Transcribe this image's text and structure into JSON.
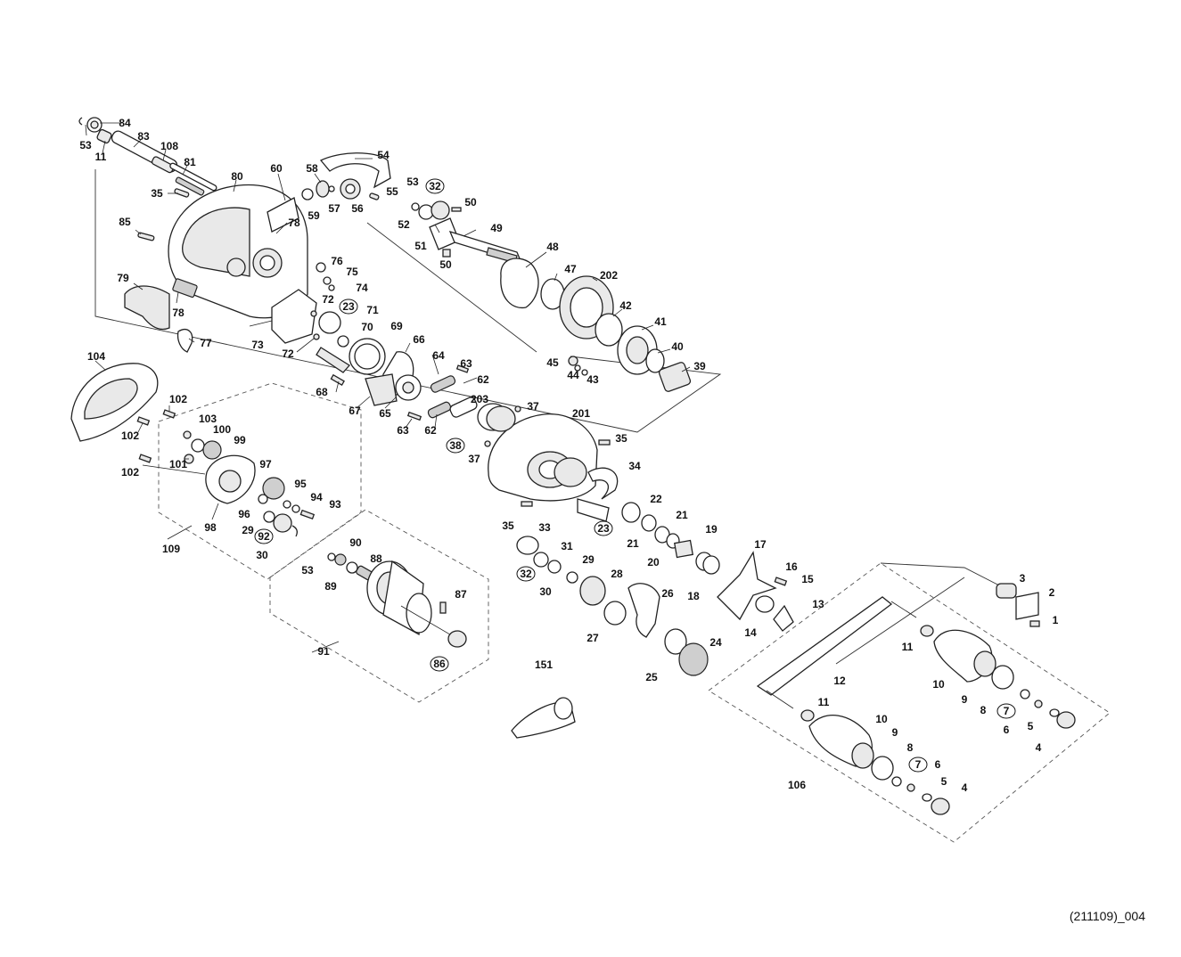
{
  "footer": {
    "code": "(211109)_004"
  },
  "labels": [
    {
      "id": "84",
      "text": "84",
      "circled": false
    },
    {
      "id": "53a",
      "text": "53",
      "circled": false
    },
    {
      "id": "11a",
      "text": "11",
      "circled": false
    },
    {
      "id": "83",
      "text": "83",
      "circled": false
    },
    {
      "id": "108",
      "text": "108",
      "circled": false
    },
    {
      "id": "81",
      "text": "81",
      "circled": false
    },
    {
      "id": "35a",
      "text": "35",
      "circled": false
    },
    {
      "id": "80",
      "text": "80",
      "circled": false
    },
    {
      "id": "60",
      "text": "60",
      "circled": false
    },
    {
      "id": "58",
      "text": "58",
      "circled": false
    },
    {
      "id": "54",
      "text": "54",
      "circled": false
    },
    {
      "id": "59",
      "text": "59",
      "circled": false
    },
    {
      "id": "57",
      "text": "57",
      "circled": false
    },
    {
      "id": "56",
      "text": "56",
      "circled": false
    },
    {
      "id": "55",
      "text": "55",
      "circled": false
    },
    {
      "id": "78a",
      "text": "78",
      "circled": false
    },
    {
      "id": "85",
      "text": "85",
      "circled": false
    },
    {
      "id": "79",
      "text": "79",
      "circled": false
    },
    {
      "id": "78b",
      "text": "78",
      "circled": false
    },
    {
      "id": "77",
      "text": "77",
      "circled": false
    },
    {
      "id": "53b",
      "text": "53",
      "circled": false
    },
    {
      "id": "32a",
      "text": "32",
      "circled": true
    },
    {
      "id": "52",
      "text": "52",
      "circled": false
    },
    {
      "id": "50a",
      "text": "50",
      "circled": false
    },
    {
      "id": "49",
      "text": "49",
      "circled": false
    },
    {
      "id": "51",
      "text": "51",
      "circled": false
    },
    {
      "id": "50b",
      "text": "50",
      "circled": false
    },
    {
      "id": "48",
      "text": "48",
      "circled": false
    },
    {
      "id": "47",
      "text": "47",
      "circled": false
    },
    {
      "id": "202",
      "text": "202",
      "circled": false
    },
    {
      "id": "76",
      "text": "76",
      "circled": false
    },
    {
      "id": "75",
      "text": "75",
      "circled": false
    },
    {
      "id": "74",
      "text": "74",
      "circled": false
    },
    {
      "id": "23a",
      "text": "23",
      "circled": true
    },
    {
      "id": "71",
      "text": "71",
      "circled": false
    },
    {
      "id": "72a",
      "text": "72",
      "circled": false
    },
    {
      "id": "70",
      "text": "70",
      "circled": false
    },
    {
      "id": "73",
      "text": "73",
      "circled": false
    },
    {
      "id": "72b",
      "text": "72",
      "circled": false
    },
    {
      "id": "69",
      "text": "69",
      "circled": false
    },
    {
      "id": "42",
      "text": "42",
      "circled": false
    },
    {
      "id": "41",
      "text": "41",
      "circled": false
    },
    {
      "id": "40",
      "text": "40",
      "circled": false
    },
    {
      "id": "66",
      "text": "66",
      "circled": false
    },
    {
      "id": "45",
      "text": "45",
      "circled": false
    },
    {
      "id": "44",
      "text": "44",
      "circled": false
    },
    {
      "id": "43",
      "text": "43",
      "circled": false
    },
    {
      "id": "39",
      "text": "39",
      "circled": false
    },
    {
      "id": "64",
      "text": "64",
      "circled": false
    },
    {
      "id": "63a",
      "text": "63",
      "circled": false
    },
    {
      "id": "62a",
      "text": "62",
      "circled": false
    },
    {
      "id": "68",
      "text": "68",
      "circled": false
    },
    {
      "id": "67",
      "text": "67",
      "circled": false
    },
    {
      "id": "65",
      "text": "65",
      "circled": false
    },
    {
      "id": "203",
      "text": "203",
      "circled": false
    },
    {
      "id": "63b",
      "text": "63",
      "circled": false
    },
    {
      "id": "62b",
      "text": "62",
      "circled": false
    },
    {
      "id": "37a",
      "text": "37",
      "circled": false
    },
    {
      "id": "201",
      "text": "201",
      "circled": false
    },
    {
      "id": "104",
      "text": "104",
      "circled": false
    },
    {
      "id": "102a",
      "text": "102",
      "circled": false
    },
    {
      "id": "103",
      "text": "103",
      "circled": false
    },
    {
      "id": "100",
      "text": "100",
      "circled": false
    },
    {
      "id": "99",
      "text": "99",
      "circled": false
    },
    {
      "id": "102b",
      "text": "102",
      "circled": false
    },
    {
      "id": "101",
      "text": "101",
      "circled": false
    },
    {
      "id": "102c",
      "text": "102",
      "circled": false
    },
    {
      "id": "38",
      "text": "38",
      "circled": true
    },
    {
      "id": "37b",
      "text": "37",
      "circled": false
    },
    {
      "id": "35b",
      "text": "35",
      "circled": false
    },
    {
      "id": "34",
      "text": "34",
      "circled": false
    },
    {
      "id": "97",
      "text": "97",
      "circled": false
    },
    {
      "id": "95",
      "text": "95",
      "circled": false
    },
    {
      "id": "94",
      "text": "94",
      "circled": false
    },
    {
      "id": "93",
      "text": "93",
      "circled": false
    },
    {
      "id": "96",
      "text": "96",
      "circled": false
    },
    {
      "id": "98",
      "text": "98",
      "circled": false
    },
    {
      "id": "29a",
      "text": "29",
      "circled": false
    },
    {
      "id": "92",
      "text": "92",
      "circled": true
    },
    {
      "id": "30a",
      "text": "30",
      "circled": false
    },
    {
      "id": "109",
      "text": "109",
      "circled": false
    },
    {
      "id": "22",
      "text": "22",
      "circled": false
    },
    {
      "id": "35c",
      "text": "35",
      "circled": false
    },
    {
      "id": "23b",
      "text": "23",
      "circled": true
    },
    {
      "id": "21a",
      "text": "21",
      "circled": false
    },
    {
      "id": "21b",
      "text": "21",
      "circled": false
    },
    {
      "id": "19",
      "text": "19",
      "circled": false
    },
    {
      "id": "33",
      "text": "33",
      "circled": false
    },
    {
      "id": "20",
      "text": "20",
      "circled": false
    },
    {
      "id": "17",
      "text": "17",
      "circled": false
    },
    {
      "id": "90",
      "text": "90",
      "circled": false
    },
    {
      "id": "31",
      "text": "31",
      "circled": false
    },
    {
      "id": "53c",
      "text": "53",
      "circled": false
    },
    {
      "id": "88",
      "text": "88",
      "circled": false
    },
    {
      "id": "32b",
      "text": "32",
      "circled": true
    },
    {
      "id": "29b",
      "text": "29",
      "circled": false
    },
    {
      "id": "89",
      "text": "89",
      "circled": false
    },
    {
      "id": "30b",
      "text": "30",
      "circled": false
    },
    {
      "id": "28",
      "text": "28",
      "circled": false
    },
    {
      "id": "18",
      "text": "18",
      "circled": false
    },
    {
      "id": "16",
      "text": "16",
      "circled": false
    },
    {
      "id": "15",
      "text": "15",
      "circled": false
    },
    {
      "id": "26",
      "text": "26",
      "circled": false
    },
    {
      "id": "13",
      "text": "13",
      "circled": false
    },
    {
      "id": "87",
      "text": "87",
      "circled": false
    },
    {
      "id": "27",
      "text": "27",
      "circled": false
    },
    {
      "id": "14",
      "text": "14",
      "circled": false
    },
    {
      "id": "3",
      "text": "3",
      "circled": false
    },
    {
      "id": "2",
      "text": "2",
      "circled": false
    },
    {
      "id": "1",
      "text": "1",
      "circled": false
    },
    {
      "id": "91",
      "text": "91",
      "circled": false
    },
    {
      "id": "24",
      "text": "24",
      "circled": false
    },
    {
      "id": "11b",
      "text": "11",
      "circled": false
    },
    {
      "id": "86",
      "text": "86",
      "circled": true
    },
    {
      "id": "25",
      "text": "25",
      "circled": false
    },
    {
      "id": "12",
      "text": "12",
      "circled": false
    },
    {
      "id": "10a",
      "text": "10",
      "circled": false
    },
    {
      "id": "151",
      "text": "151",
      "circled": false
    },
    {
      "id": "9a",
      "text": "9",
      "circled": false
    },
    {
      "id": "8a",
      "text": "8",
      "circled": false
    },
    {
      "id": "7a",
      "text": "7",
      "circled": true
    },
    {
      "id": "11c",
      "text": "11",
      "circled": false
    },
    {
      "id": "6a",
      "text": "6",
      "circled": false
    },
    {
      "id": "5a",
      "text": "5",
      "circled": false
    },
    {
      "id": "4a",
      "text": "4",
      "circled": false
    },
    {
      "id": "10b",
      "text": "10",
      "circled": false
    },
    {
      "id": "9b",
      "text": "9",
      "circled": false
    },
    {
      "id": "8b",
      "text": "8",
      "circled": false
    },
    {
      "id": "7b",
      "text": "7",
      "circled": true
    },
    {
      "id": "6b",
      "text": "6",
      "circled": false
    },
    {
      "id": "5b",
      "text": "5",
      "circled": false
    },
    {
      "id": "106",
      "text": "106",
      "circled": false
    },
    {
      "id": "4b",
      "text": "4",
      "circled": false
    }
  ]
}
